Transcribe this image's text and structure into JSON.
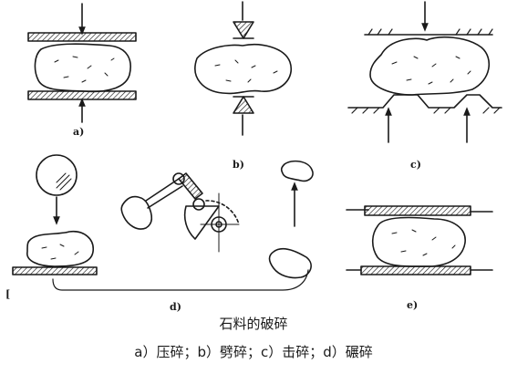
{
  "figure": {
    "labels": {
      "a": "a)",
      "b": "b)",
      "c": "c)",
      "d": "d)",
      "e": "e)",
      "bracket": "["
    },
    "title": "石料的破碎",
    "caption": "a）压碎；b）劈碎；c）击碎；d）碾碎"
  },
  "colors": {
    "ink": "#1a1a1a",
    "background": "#ffffff"
  }
}
